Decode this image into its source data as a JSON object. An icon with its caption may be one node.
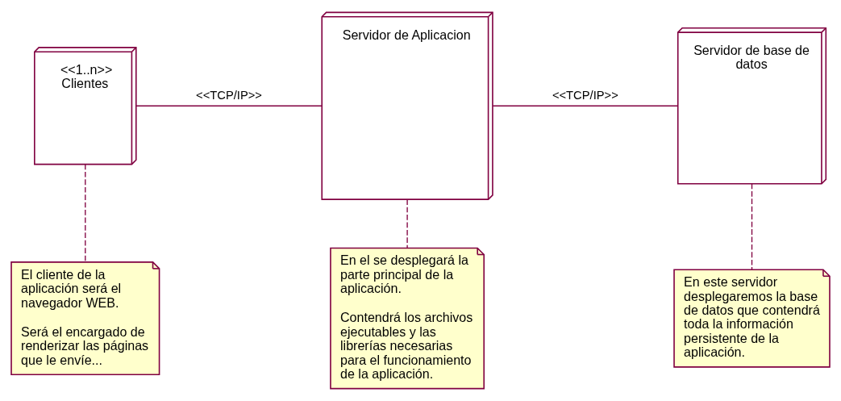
{
  "diagram": {
    "nodes": [
      {
        "text": [
          "<<1..n>>",
          "Clientes"
        ]
      },
      {
        "text": [
          "Servidor de Aplicacion"
        ]
      },
      {
        "text": [
          "Servidor de base de datos"
        ]
      },
      {
        "text": [
          "El cliente de la aplicación será el navegador WEB.",
          "Será el encargado de renderizar las páginas que le envíe..."
        ]
      },
      {
        "text": [
          "En el se desplegará la parte principal de la aplicación.",
          "Contendrá los archivos ejecutables y las librerías necesarias para el funcionamiento de la aplicación."
        ]
      },
      {
        "text": [
          "En este servidor desplegaremos la base de datos que contendrá toda la información persistente de la aplicación."
        ]
      }
    ],
    "edges": [
      {
        "from": 0,
        "to": 1,
        "arrow": "none",
        "label": "<<TCP/IP>>"
      },
      {
        "from": 1,
        "to": 2,
        "arrow": "none",
        "label": "<<TCP/IP>>"
      },
      {
        "from": 3,
        "to": 0,
        "arrow": "none",
        "style": "dashed"
      },
      {
        "from": 4,
        "to": 1,
        "arrow": "none",
        "style": "dashed"
      },
      {
        "from": 5,
        "to": 2,
        "arrow": "none",
        "style": "dashed"
      }
    ]
  }
}
